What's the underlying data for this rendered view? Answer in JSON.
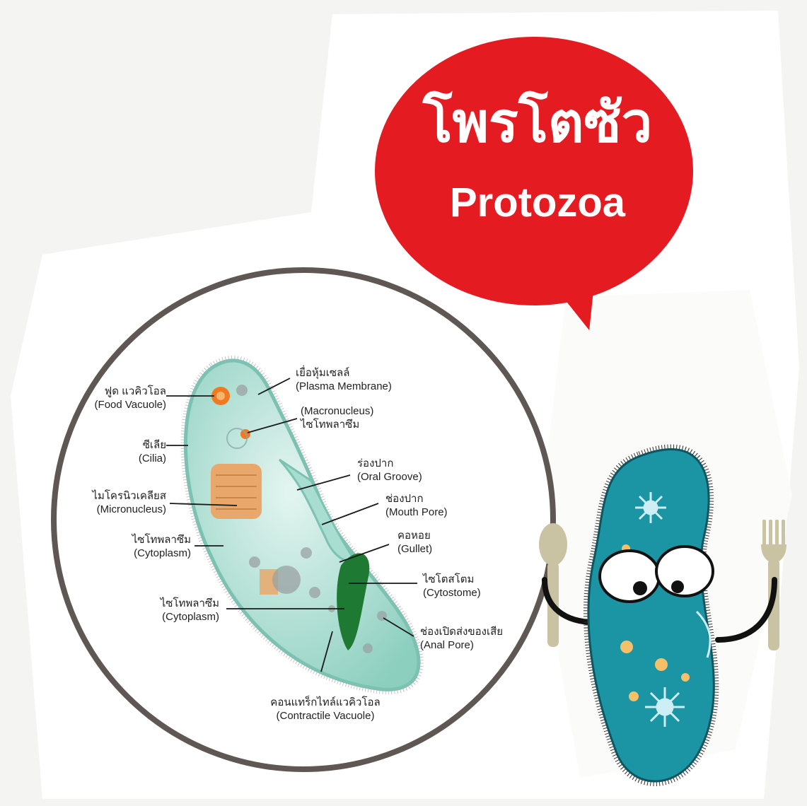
{
  "title": {
    "thai": "โพรโตซัว",
    "english": "Protozoa"
  },
  "labels": {
    "food_vacuole": {
      "thai": "ฟูด แวคิวโอล",
      "english": "(Food Vacuole)"
    },
    "plasma_membrane": {
      "thai": "เยื่อหุ้มเซลล์",
      "english": "(Plasma Membrane)"
    },
    "macronucleus": {
      "english": "(Macronucleus)",
      "thai": "ไซโทพลาซึม"
    },
    "cilia": {
      "thai": "ซีเลีย",
      "english": "(Cilia)"
    },
    "oral_groove": {
      "thai": "ร่องปาก",
      "english": "(Oral Groove)"
    },
    "micronucleus": {
      "thai": "ไมโครนิวเคลียส",
      "english": "(Micronucleus)"
    },
    "mouth_pore": {
      "thai": "ช่องปาก",
      "english": "(Mouth Pore)"
    },
    "gullet": {
      "thai": "คอหอย",
      "english": "(Gullet)"
    },
    "cytoplasm_upper": {
      "thai": "ไซโทพลาซึม",
      "english": "(Cytoplasm)"
    },
    "cytostome": {
      "thai": "ไซโตสโตม",
      "english": "(Cytostome)"
    },
    "cytoplasm_lower": {
      "thai": "ไซโทพลาซึม",
      "english": "(Cytoplasm)"
    },
    "anal_pore": {
      "thai": "ช่องเปิดส่งของเสีย",
      "english": "(Anal Pore)"
    },
    "contractile_vacuole": {
      "thai": "คอนแทร็กไทล์แวคิวโอล",
      "english": "(Contractile Vacuole)"
    }
  },
  "colors": {
    "bubble": "#e41c22",
    "ring": "#5e5753",
    "cell_body": "#bfe6dd",
    "cell_outline": "#7cc1b1",
    "food_vacuole": "#f07a22",
    "micronucleus": "#e9a86b",
    "gullet": "#1e7a32",
    "mascot_body": "#1b94a4",
    "utensil": "#c9c2a3"
  },
  "icons": {
    "mascot": "paramecium-mascot",
    "spoon": "spoon-icon",
    "fork": "fork-icon"
  }
}
